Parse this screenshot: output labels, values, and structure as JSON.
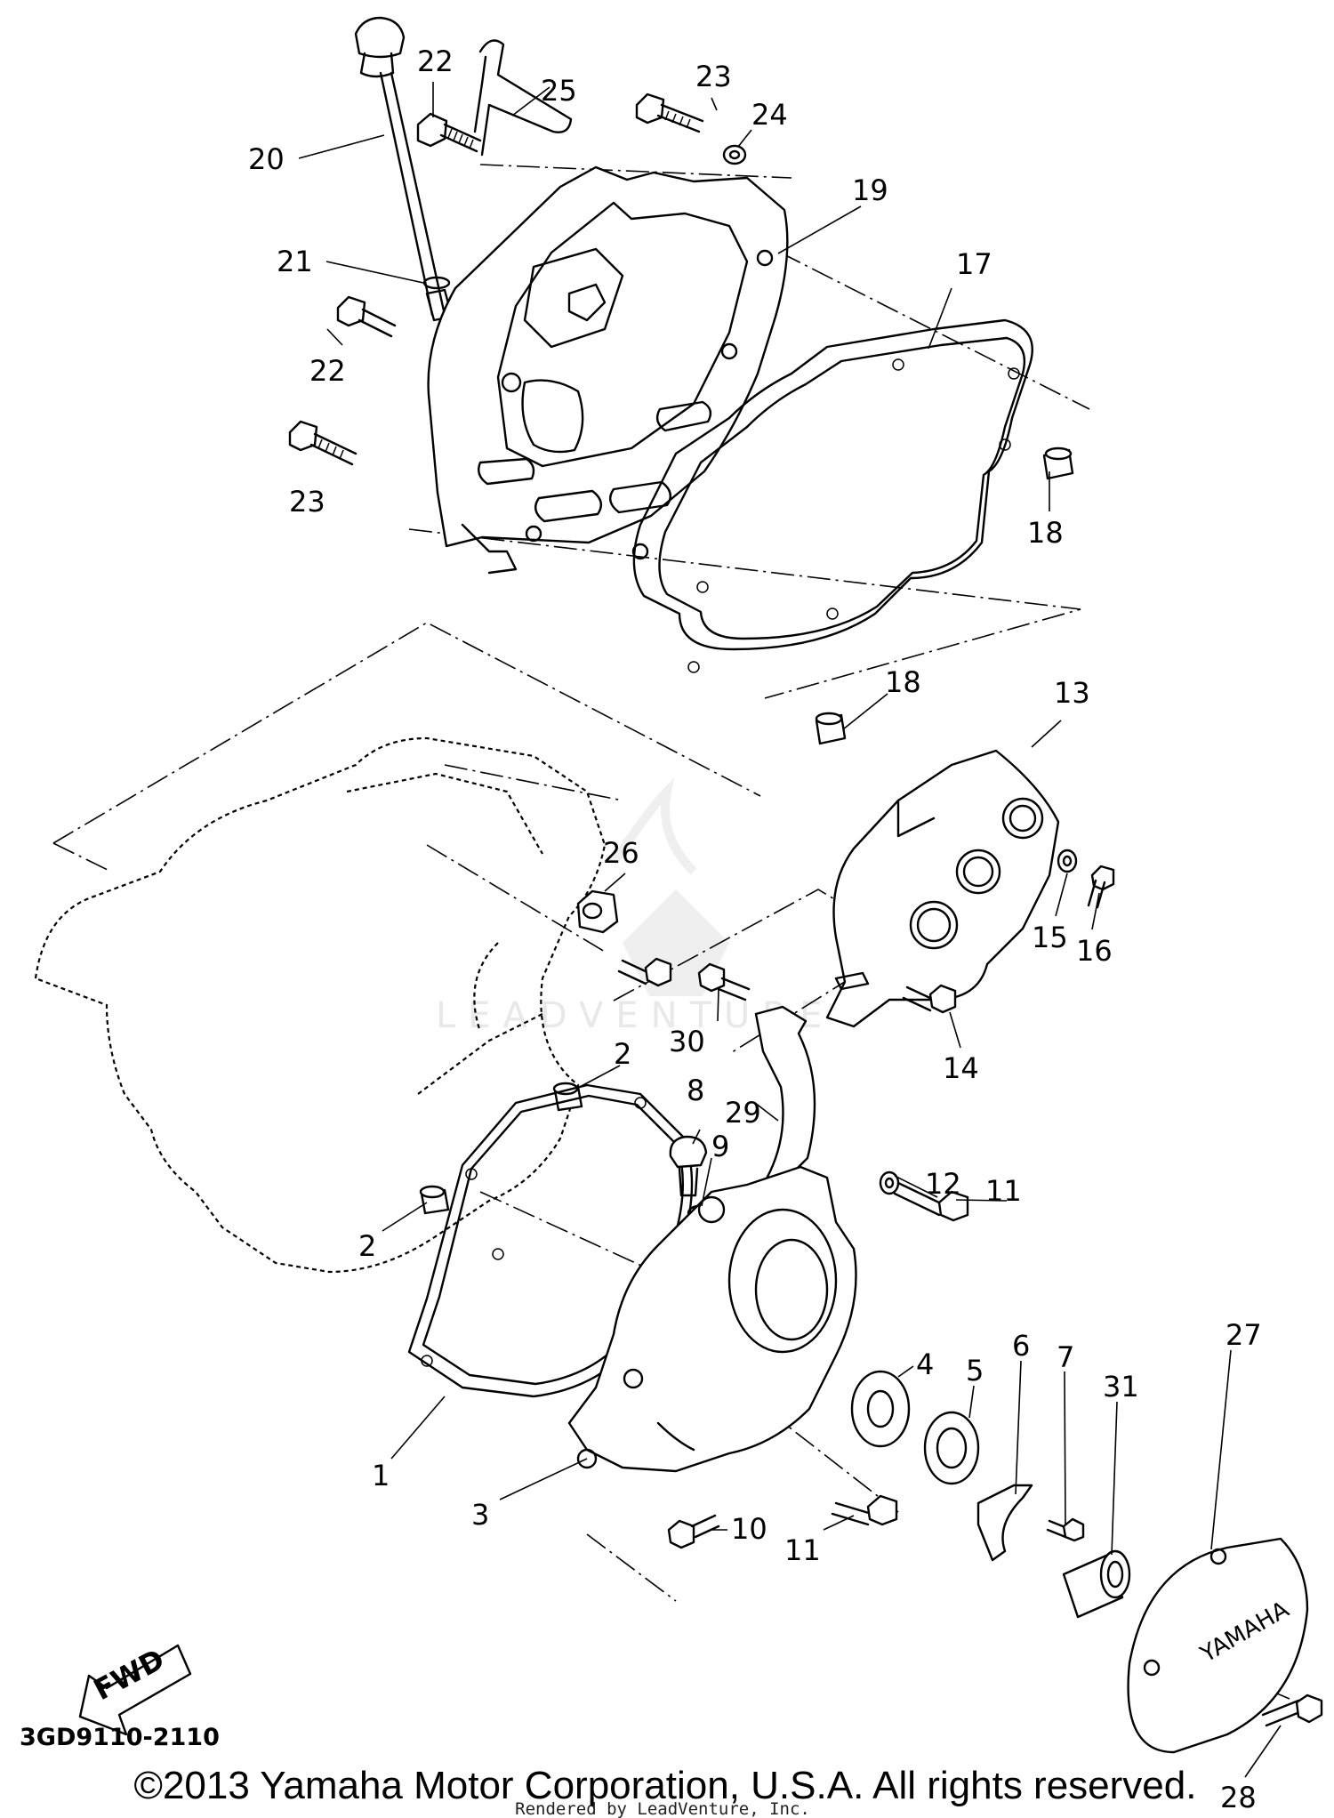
{
  "callouts": [
    {
      "id": "c20",
      "num": "20"
    },
    {
      "id": "c22a",
      "num": "22"
    },
    {
      "id": "c25",
      "num": "25"
    },
    {
      "id": "c23a",
      "num": "23"
    },
    {
      "id": "c24",
      "num": "24"
    },
    {
      "id": "c19",
      "num": "19"
    },
    {
      "id": "c21",
      "num": "21"
    },
    {
      "id": "c17",
      "num": "17"
    },
    {
      "id": "c22b",
      "num": "22"
    },
    {
      "id": "c23b",
      "num": "23"
    },
    {
      "id": "c18a",
      "num": "18"
    },
    {
      "id": "c18b",
      "num": "18"
    },
    {
      "id": "c13",
      "num": "13"
    },
    {
      "id": "c26",
      "num": "26"
    },
    {
      "id": "c15",
      "num": "15"
    },
    {
      "id": "c16",
      "num": "16"
    },
    {
      "id": "c30",
      "num": "30"
    },
    {
      "id": "c14",
      "num": "14"
    },
    {
      "id": "c2a",
      "num": "2"
    },
    {
      "id": "c8",
      "num": "8"
    },
    {
      "id": "c29",
      "num": "29"
    },
    {
      "id": "c9",
      "num": "9"
    },
    {
      "id": "c12",
      "num": "12"
    },
    {
      "id": "c11a",
      "num": "11"
    },
    {
      "id": "c2b",
      "num": "2"
    },
    {
      "id": "c27",
      "num": "27"
    },
    {
      "id": "c4",
      "num": "4"
    },
    {
      "id": "c5",
      "num": "5"
    },
    {
      "id": "c6",
      "num": "6"
    },
    {
      "id": "c7",
      "num": "7"
    },
    {
      "id": "c31",
      "num": "31"
    },
    {
      "id": "c1",
      "num": "1"
    },
    {
      "id": "c3",
      "num": "3"
    },
    {
      "id": "c10",
      "num": "10"
    },
    {
      "id": "c11b",
      "num": "11"
    },
    {
      "id": "c28",
      "num": "28"
    }
  ],
  "fwd_label": "FWD",
  "diagram_code": "3GD9110-2110",
  "cover_logo_text": "YAMAHA",
  "watermark_text": "LEADVENTURE",
  "copyright": "©2013 Yamaha Motor Corporation, U.S.A. All rights reserved.",
  "render_credit": "Rendered by LeadVenture, Inc."
}
